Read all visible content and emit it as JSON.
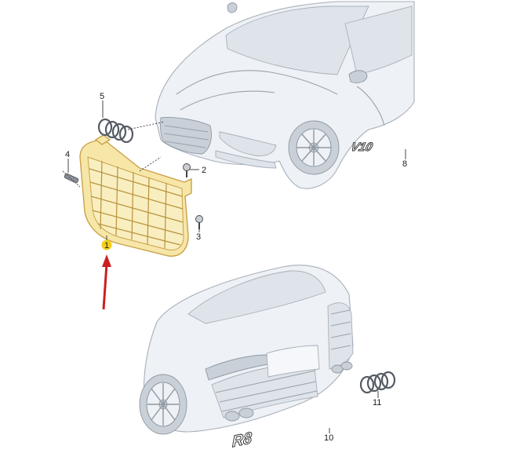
{
  "parts": {
    "p1": {
      "number": "1",
      "name": "grille"
    },
    "p2": {
      "number": "2",
      "name": "screw"
    },
    "p3": {
      "number": "3",
      "name": "screw"
    },
    "p4": {
      "number": "4",
      "name": "clip"
    },
    "p5": {
      "number": "5",
      "name": "rings badge front"
    },
    "p8": {
      "number": "8",
      "name": "V10 badge"
    },
    "p10": {
      "number": "10",
      "name": "R8 badge"
    },
    "p11": {
      "number": "11",
      "name": "rings badge rear"
    }
  },
  "badges": {
    "v10": "V10",
    "r8": "R8"
  },
  "colors": {
    "highlight_fill": "#f6e7a8",
    "highlight_stroke": "#c9a24a",
    "arrow": "#cc1f1f",
    "marker": "#f2cf1d"
  }
}
